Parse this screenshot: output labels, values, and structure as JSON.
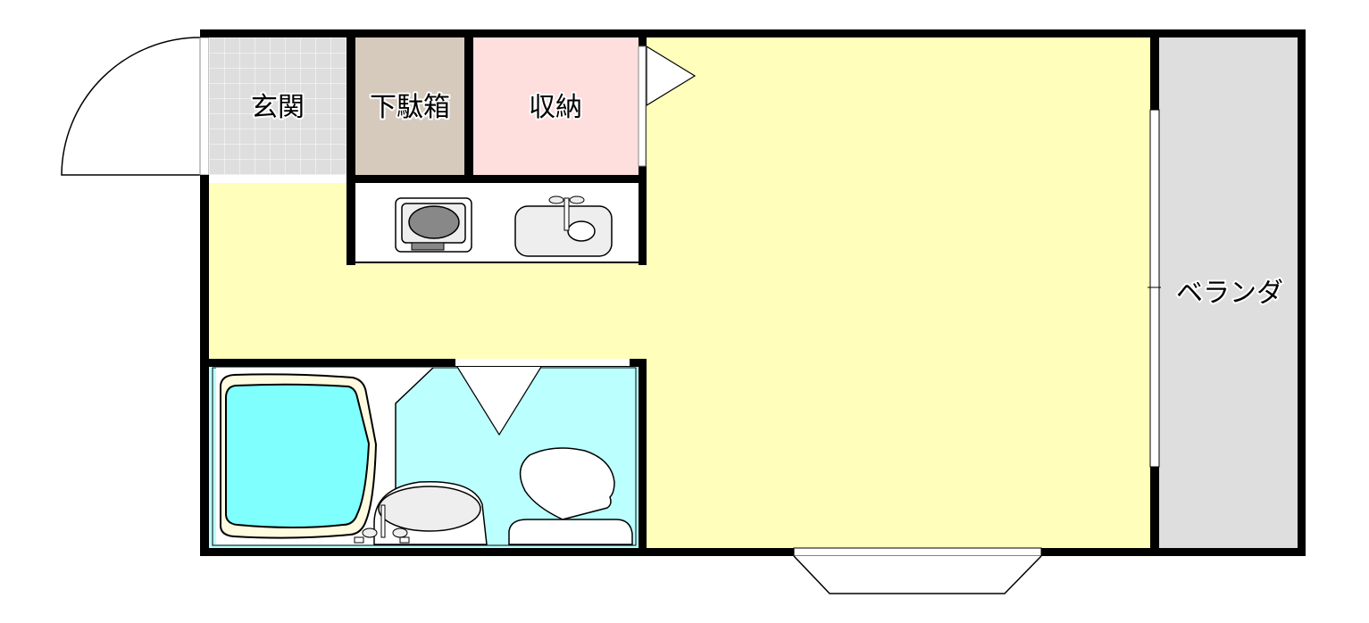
{
  "floorplan": {
    "rooms": [
      {
        "id": "genkan",
        "label": "玄関",
        "color": "#dedede"
      },
      {
        "id": "getabako",
        "label": "下駄箱",
        "color": "#d5cabc"
      },
      {
        "id": "shuno",
        "label": "収納",
        "color": "#ffdede"
      },
      {
        "id": "main-room",
        "label": "",
        "color": "#ffffbb"
      },
      {
        "id": "bathroom",
        "label": "",
        "color": "#bbffff"
      },
      {
        "id": "veranda",
        "label": "ベランダ",
        "color": "#dedede"
      }
    ],
    "fixtures": [
      "entrance-door",
      "kitchen-stove",
      "kitchen-sink",
      "closet-door",
      "bathtub",
      "wash-basin",
      "toilet",
      "bathroom-door",
      "balcony-window",
      "bay-window"
    ],
    "colors": {
      "wall": "#000000",
      "bathtub_water": "#80ffff",
      "bathtub_rim": "#fffbe0",
      "fixture_fill": "#eeeeee",
      "stove_burner": "#888888"
    }
  }
}
